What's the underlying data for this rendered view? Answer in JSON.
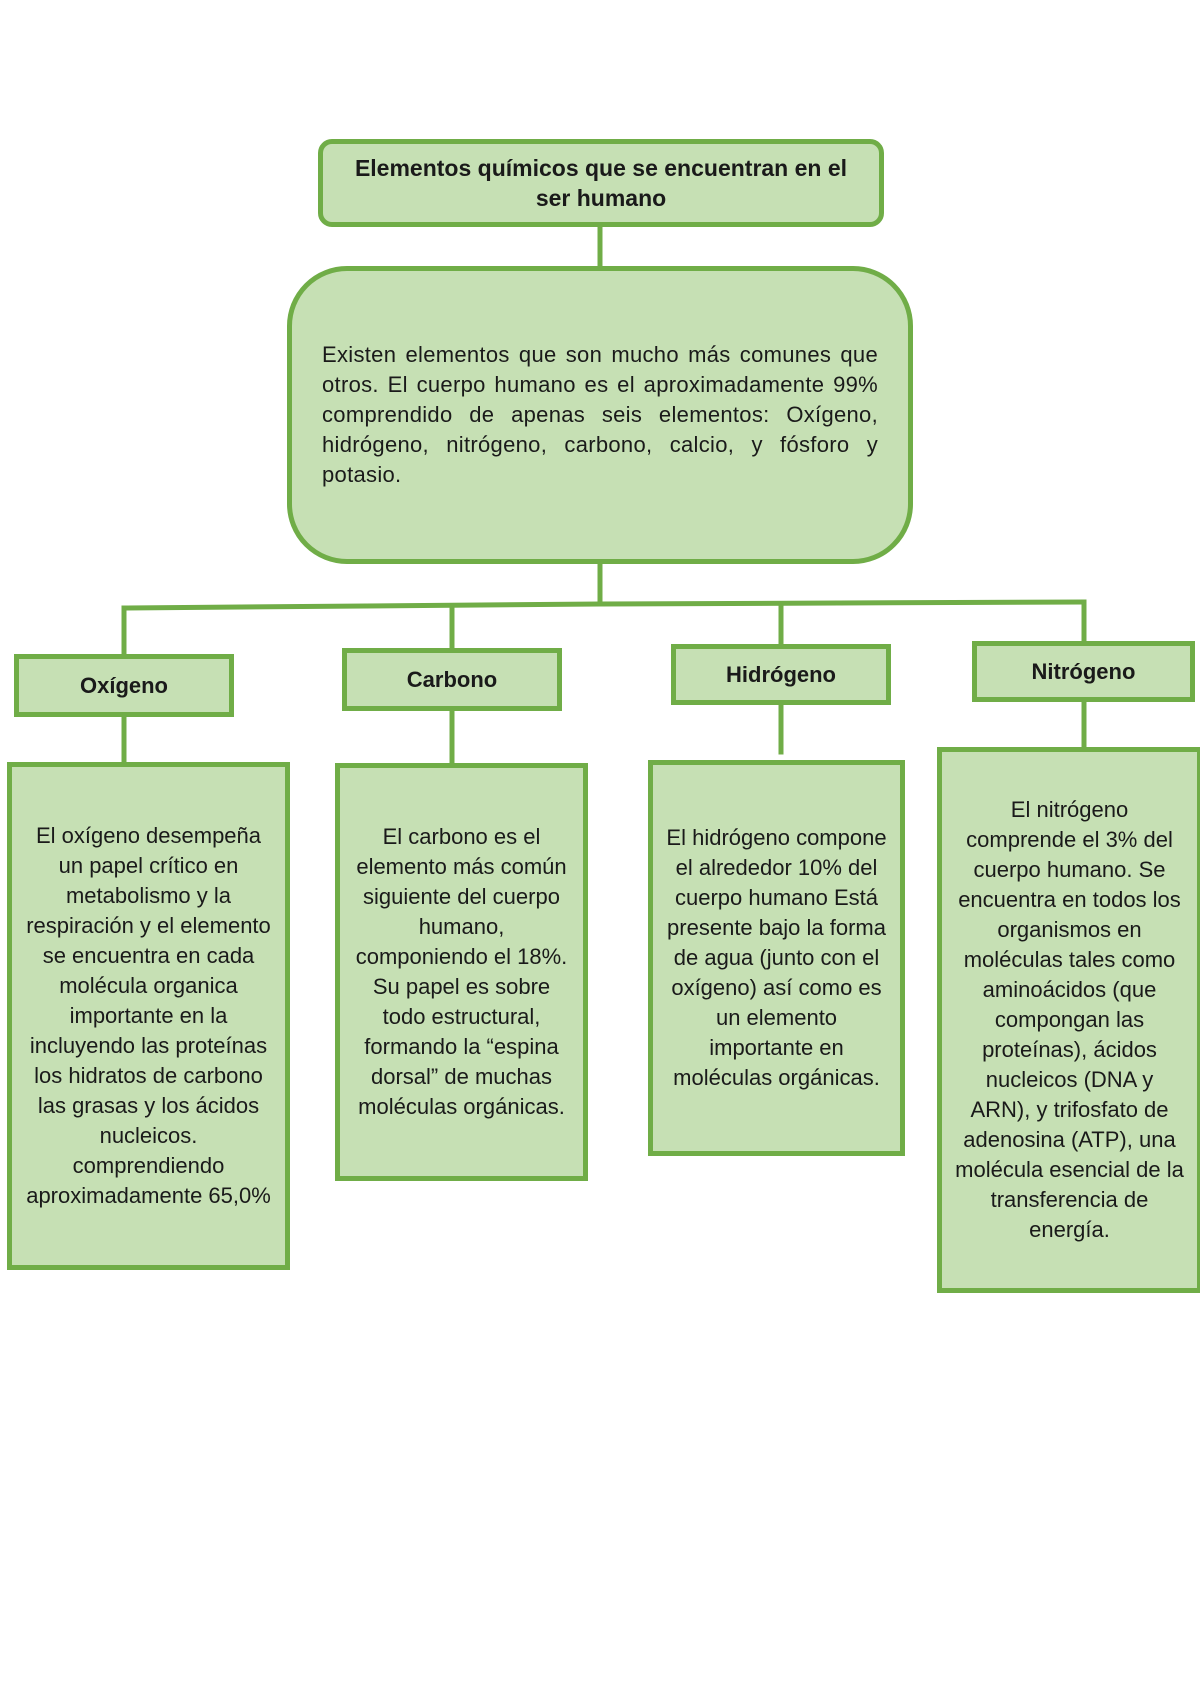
{
  "title": "Elementos químicos que se encuentran en el ser humano",
  "intro": "Existen elementos que son mucho más comunes que otros. El cuerpo humano es el aproximadamente 99% comprendido de apenas seis elementos: Oxígeno, hidrógeno, nitrógeno, carbono, calcio, y fósforo y potasio.",
  "elements": [
    {
      "name": "Oxígeno",
      "description": "El oxígeno desempeña un papel crítico en metabolismo y la respiración y el elemento se encuentra en cada molécula organica importante en la incluyendo las proteínas los hidratos de carbono las grasas y los ácidos nucleicos. comprendiendo aproximadamente 65,0%"
    },
    {
      "name": "Carbono",
      "description": "El carbono es el elemento más común siguiente del cuerpo humano, componiendo el 18%. Su papel es sobre todo estructural, formando la “espina dorsal” de muchas moléculas orgánicas."
    },
    {
      "name": "Hidrógeno",
      "description": "El hidrógeno compone el alrededor 10% del cuerpo humano Está presente bajo la forma de agua (junto con el oxígeno) así como es un elemento importante en moléculas orgánicas."
    },
    {
      "name": "Nitrógeno",
      "description": "El nitrógeno comprende el 3% del cuerpo humano. Se encuentra en todos los organismos en moléculas tales como aminoácidos (que compongan las proteínas), ácidos nucleicos (DNA y ARN), y trifosfato de adenosina (ATP), una molécula esencial de la transferencia de energía."
    }
  ],
  "colors": {
    "box_fill": "#c6e0b4",
    "border": "#70ad47"
  }
}
